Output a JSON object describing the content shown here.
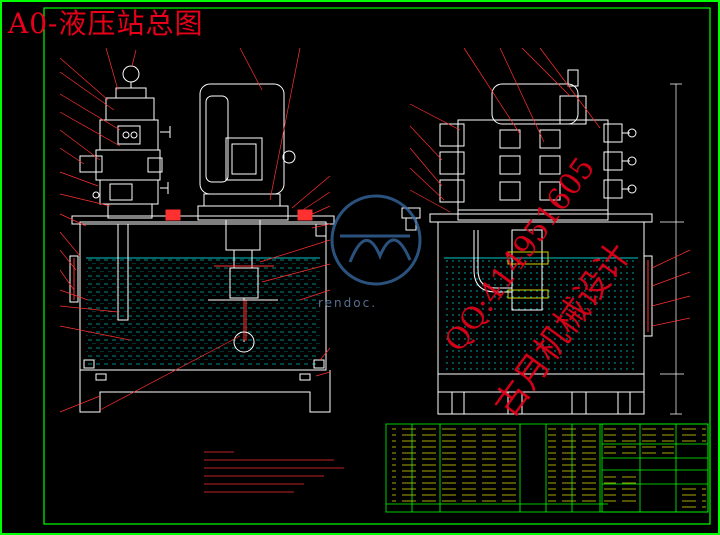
{
  "drawing": {
    "title": "A0-液压站总图"
  },
  "watermark": {
    "site": "rendoc.",
    "qq": "QQ:414951605",
    "studio": "古月机械设计"
  },
  "colors": {
    "background": "#000000",
    "frame": "#00ff00",
    "outline": "#ffffff",
    "oil": "#00c8c8",
    "leader": "#ff3030",
    "label": "#ffe000",
    "watermark_red": "#e8001a",
    "logo_blue": "#3a6ea8"
  }
}
